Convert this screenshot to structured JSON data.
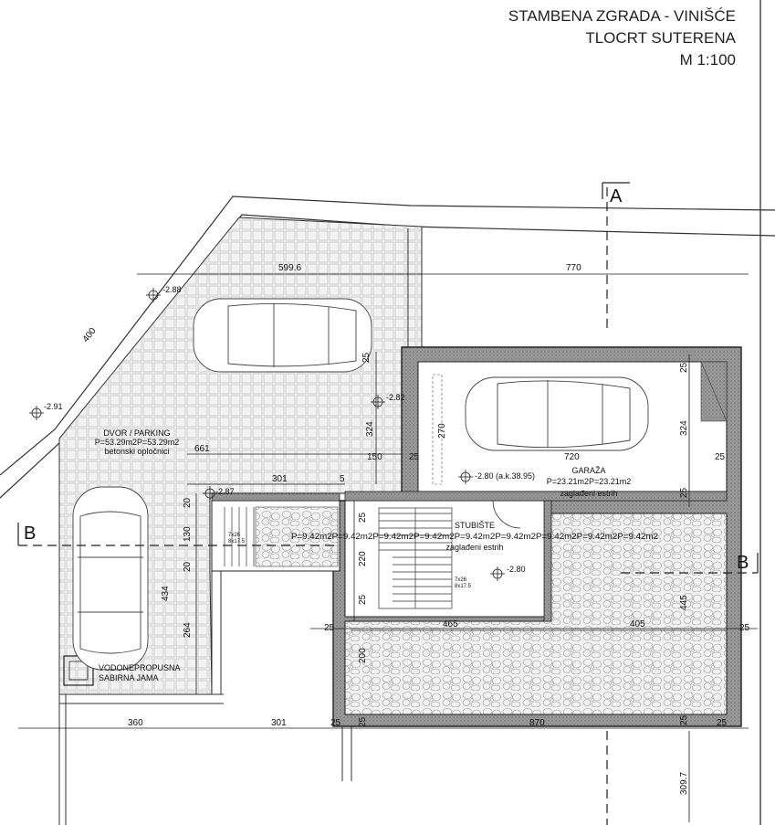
{
  "title": {
    "line1": "STAMBENA ZGRADA - VINIŠĆE",
    "line2": "TLOCRT SUTERENA",
    "line3": "M 1:100"
  },
  "sections": {
    "a": "A",
    "b_left": "B",
    "b_right": "B"
  },
  "rooms": {
    "dvor": {
      "name": "DVOR  /  PARKING",
      "area": "P=53.29m2P=53.29m2",
      "finish": "betonski opločnici"
    },
    "garaza": {
      "name": "GARAŽA",
      "area": "P=23.21m2P=23.21m2",
      "finish": "zaglađeni estrih"
    },
    "stubiste": {
      "name": "STUBIŠTE",
      "area": "P=9.42m2P=9.42m2P=9.42m2P=9.42m2P=9.42m2P=9.42m2P=9.42m2P=9.42m2P=9.42m2",
      "finish": "zaglađeni estrih"
    },
    "jama": {
      "line1": "VODONEPROPUSNA",
      "line2": "SABIRNA JAMA"
    }
  },
  "levels": {
    "l1": "-2.88",
    "l2": "-2.91",
    "l3": "-2.82",
    "l4": "-2.80 (a.k.38.95)",
    "l5": "-2.87",
    "l6": "-2.80"
  },
  "stairs": {
    "s1a": "7x26",
    "s1b": "8x17.5",
    "s2a": "7x26",
    "s2b": "8x17.5"
  },
  "dims": {
    "d599": "599.6",
    "d770": "770",
    "d400": "400",
    "d661": "661",
    "d301a": "301",
    "d5": "5",
    "d150": "150",
    "d324a": "324",
    "d25a": "25",
    "d270": "270",
    "d720": "720",
    "d324b": "324",
    "d25b": "25",
    "d25c": "25",
    "d25d": "25",
    "d20a": "20",
    "d130": "130",
    "d20b": "20",
    "d434": "434",
    "d264": "264",
    "d25e": "25",
    "d220": "220",
    "d25f": "25",
    "d25g": "25",
    "d465": "465",
    "d405": "405",
    "d25h": "25",
    "d445": "445",
    "d200": "200",
    "d360": "360",
    "d301b": "301",
    "d25i": "25",
    "d25j": "25",
    "d870": "870",
    "d25k": "25",
    "d25l": "25",
    "d309": "309.7",
    "d25m": "25"
  }
}
